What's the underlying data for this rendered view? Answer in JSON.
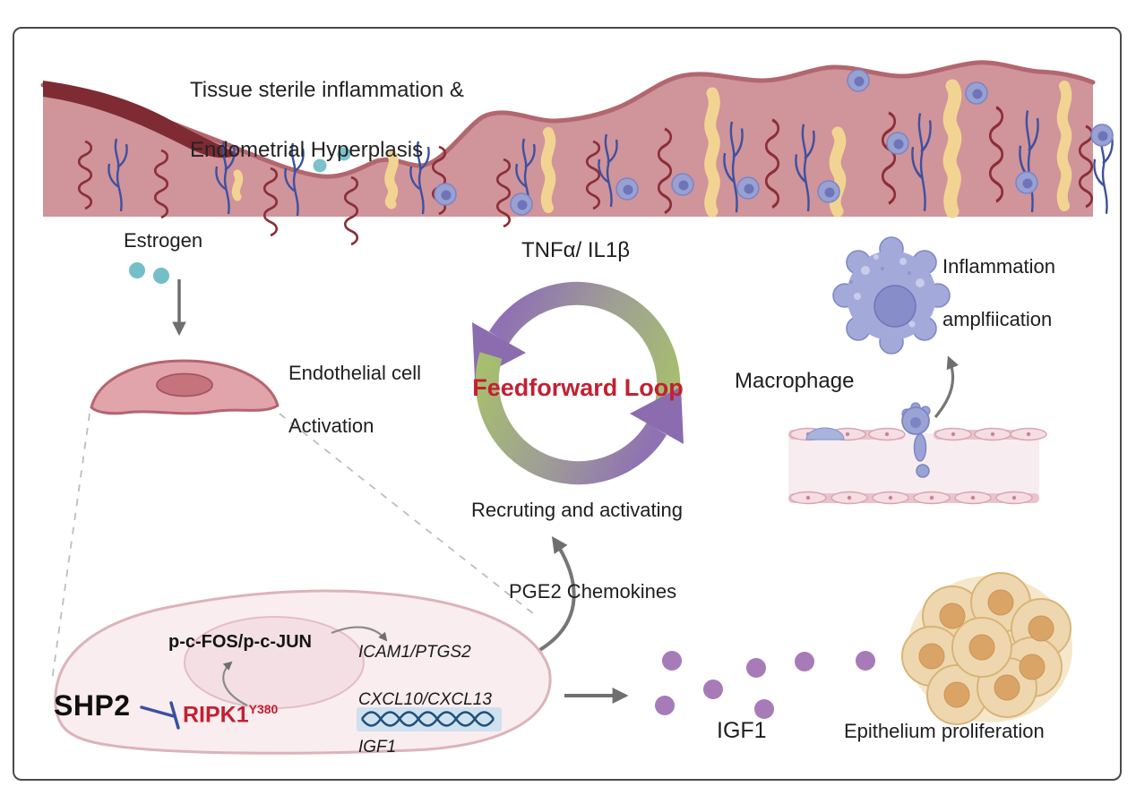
{
  "figure": {
    "kind": "signaling-pathway-diagram",
    "tissue_title_line1": "Tissue sterile inflammation &",
    "tissue_title_line2": "Endometrial Hyperplasis"
  },
  "labels": {
    "estrogen": "Estrogen",
    "endothelial_line1": "Endothelial cell",
    "endothelial_line2": "Activation",
    "cytokines": "TNFα/ IL1β",
    "loop": "Feedforward Loop",
    "recruiting": "Recruting and activating",
    "macrophage": "Macrophage",
    "inflammation_line1": "Inflammation",
    "inflammation_line2": "amplfiication",
    "pge2": "PGE2 Chemokines",
    "shp2": "SHP2",
    "ripk1": "RIPK1",
    "ripk1_site": "Y380",
    "ap1": "p-c-FOS/p-c-JUN",
    "gene_line1": "ICAM1/PTGS2",
    "gene_line2": "CXCL10/CXCL13",
    "gene_line3": "IGF1",
    "igf1": "IGF1",
    "epithelium": "Epithelium proliferation"
  },
  "colors": {
    "accent_red": "#c32032",
    "estrogen_dot": "#74bec8",
    "igf1_dot": "#a77ab8",
    "loop_green": "#a6be6e",
    "loop_purple": "#8b6cae",
    "inhibition_blue": "#3a50a0",
    "tissue_pink": "#d0949b",
    "macrophage_purple": "#a3aada",
    "epithelium_tan": "#eed7ae"
  }
}
